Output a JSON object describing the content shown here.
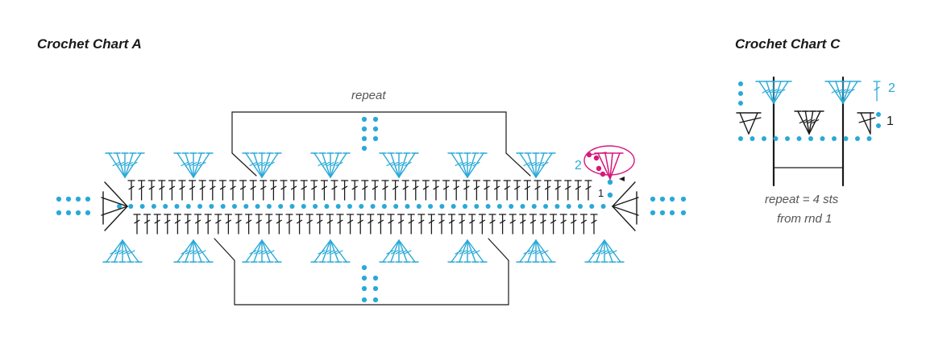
{
  "chart_a": {
    "title": "Crochet Chart A",
    "repeat_label": "repeat",
    "row_label_2": "2",
    "row_label_1": "1"
  },
  "chart_c": {
    "title": "Crochet Chart C",
    "repeat_label_line1": "repeat = 4 sts",
    "repeat_label_line2": "from rnd 1",
    "row_label_2": "2",
    "row_label_1": "1"
  },
  "colors": {
    "blue": "#29a9d8",
    "black": "#1a1a1a",
    "magenta": "#d6197b",
    "text_gray": "#555555"
  }
}
